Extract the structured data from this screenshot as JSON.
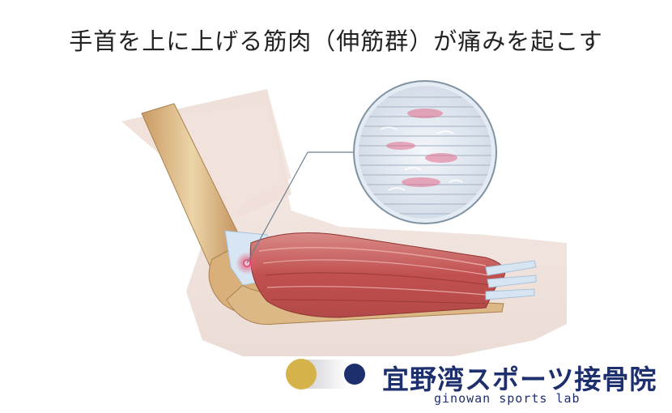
{
  "title": "手首を上に上げる筋肉（伸筋群）が痛みを起こす",
  "brand": {
    "name": "宜野湾スポーツ接骨院",
    "sub": "ginowan sports lab",
    "colors": {
      "gold": "#d6b24a",
      "navy": "#1e2f6e"
    }
  }
}
